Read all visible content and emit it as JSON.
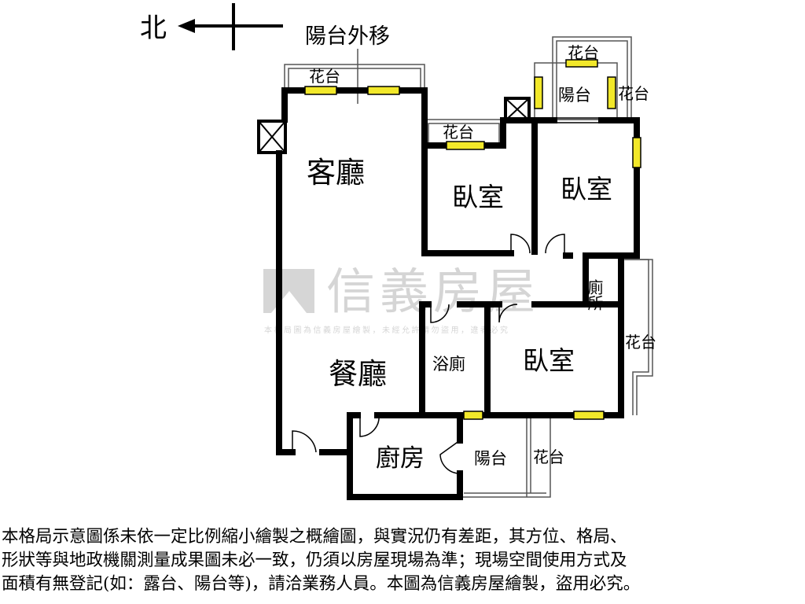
{
  "compass": {
    "label": "北"
  },
  "annotation": "陽台外移",
  "rooms": {
    "living": "客廳",
    "dining": "餐廳",
    "bedroom_1": "臥室",
    "bedroom_2": "臥室",
    "bedroom_3": "臥室",
    "toilet": "廁所",
    "bathroom": "浴廁",
    "kitchen": "廚房",
    "balcony_top": "陽台",
    "balcony_bottom": "陽台",
    "planter_living": "花台",
    "planter_bed1": "花台",
    "planter_top": "花台",
    "planter_right_top": "花台",
    "planter_right": "花台",
    "planter_bottom": "花台"
  },
  "watermark": {
    "brand": "信義房屋",
    "notice": "本格局圖為信義房屋繪製，未經允許請勿盜用，違者必究"
  },
  "notes": [
    "本格局示意圖係未依一定比例縮小繪製之概繪圖，與實況仍有差距，其方位、格局、",
    "形狀等與地政機關測量成果圖未必一致，仍須以房屋現場為準；現場空間使用方式及",
    "面積有無登記(如：露台、陽台等)，請洽業務人員。本圖為信義房屋繪製，盜用必究。"
  ],
  "colors": {
    "wall": "#000000",
    "window": "#f2e82a",
    "watermark": "#c8c8c8"
  }
}
